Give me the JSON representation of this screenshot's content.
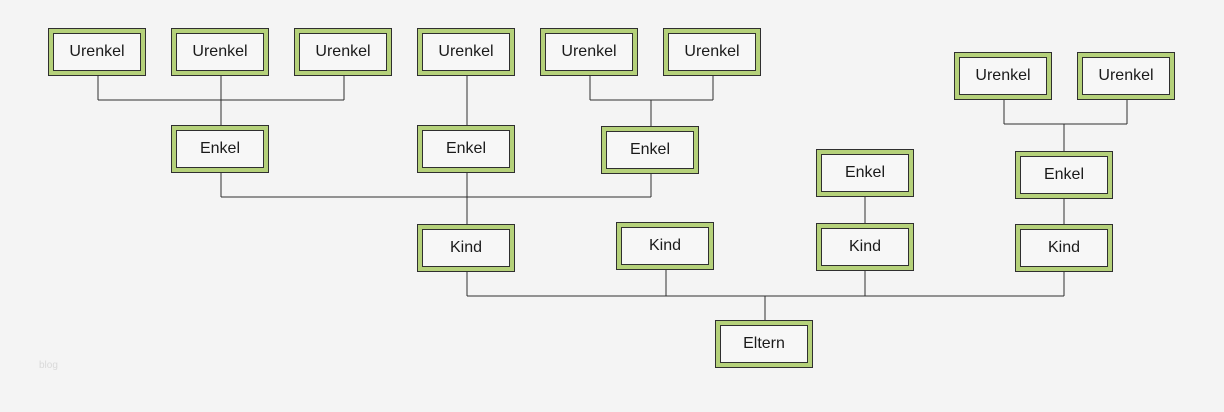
{
  "diagram": {
    "nodes": [
      {
        "id": "u1",
        "label": "Urenkel"
      },
      {
        "id": "u2",
        "label": "Urenkel"
      },
      {
        "id": "u3",
        "label": "Urenkel"
      },
      {
        "id": "u4",
        "label": "Urenkel"
      },
      {
        "id": "u5",
        "label": "Urenkel"
      },
      {
        "id": "u6",
        "label": "Urenkel"
      },
      {
        "id": "u7",
        "label": "Urenkel"
      },
      {
        "id": "u8",
        "label": "Urenkel"
      },
      {
        "id": "e1",
        "label": "Enkel"
      },
      {
        "id": "e2",
        "label": "Enkel"
      },
      {
        "id": "e3",
        "label": "Enkel"
      },
      {
        "id": "e4",
        "label": "Enkel"
      },
      {
        "id": "e5",
        "label": "Enkel"
      },
      {
        "id": "k1",
        "label": "Kind"
      },
      {
        "id": "k2",
        "label": "Kind"
      },
      {
        "id": "k3",
        "label": "Kind"
      },
      {
        "id": "k4",
        "label": "Kind"
      },
      {
        "id": "p1",
        "label": "Eltern"
      }
    ],
    "edges": [
      {
        "from": "p1",
        "to": "k1"
      },
      {
        "from": "p1",
        "to": "k2"
      },
      {
        "from": "p1",
        "to": "k3"
      },
      {
        "from": "p1",
        "to": "k4"
      },
      {
        "from": "k1",
        "to": "e1"
      },
      {
        "from": "k1",
        "to": "e2"
      },
      {
        "from": "k1",
        "to": "e3"
      },
      {
        "from": "k3",
        "to": "e4"
      },
      {
        "from": "k4",
        "to": "e5"
      },
      {
        "from": "e1",
        "to": "u1"
      },
      {
        "from": "e1",
        "to": "u2"
      },
      {
        "from": "e1",
        "to": "u3"
      },
      {
        "from": "e2",
        "to": "u4"
      },
      {
        "from": "e3",
        "to": "u5"
      },
      {
        "from": "e3",
        "to": "u6"
      },
      {
        "from": "e5",
        "to": "u7"
      },
      {
        "from": "e5",
        "to": "u8"
      }
    ]
  },
  "watermark": "blog",
  "colors": {
    "box_fill": "#b5d17a",
    "box_border": "#2f2f2f",
    "inner_fill": "#f7f7f7",
    "line": "#2f2f2f",
    "background": "#f4f4f4"
  }
}
